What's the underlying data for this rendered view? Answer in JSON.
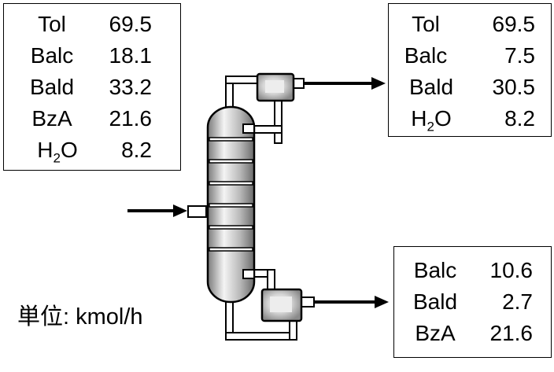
{
  "feed": [
    {
      "name": "Tol",
      "value": "69.5"
    },
    {
      "name": "Balc",
      "value": "18.1"
    },
    {
      "name": "Bald",
      "value": "33.2"
    },
    {
      "name": "BzA",
      "value": "21.6"
    },
    {
      "name": "H",
      "sub": "2",
      "name_tail": "O",
      "value": "8.2"
    }
  ],
  "distillate": [
    {
      "name": "Tol",
      "value": "69.5"
    },
    {
      "name": "Balc",
      "value": "7.5"
    },
    {
      "name": "Bald",
      "value": "30.5"
    },
    {
      "name": "H",
      "sub": "2",
      "name_tail": "O",
      "value": "8.2"
    }
  ],
  "bottoms": [
    {
      "name": "Balc",
      "value": "10.6"
    },
    {
      "name": "Bald",
      "value": "2.7"
    },
    {
      "name": "BzA",
      "value": "21.6"
    }
  ],
  "unit_label": {
    "prefix": "単位",
    "suffix": ": kmol/h"
  }
}
